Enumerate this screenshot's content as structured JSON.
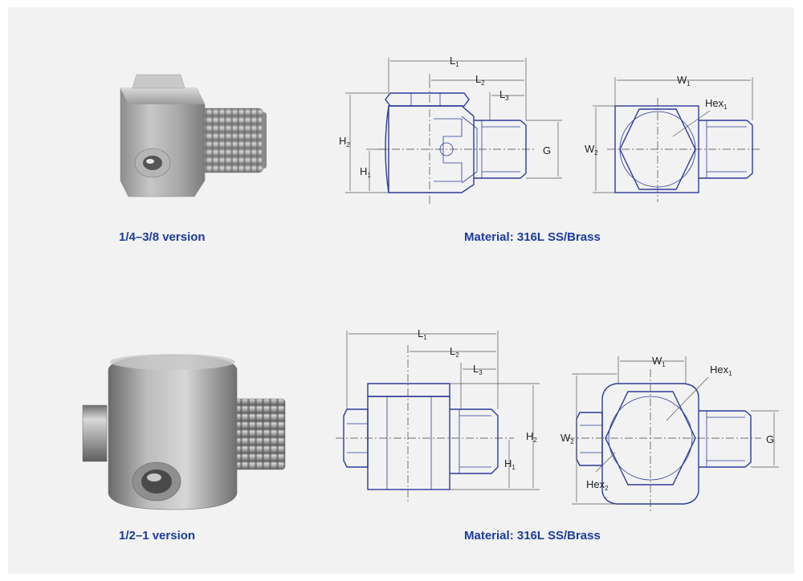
{
  "top_section": {
    "caption_version": "1/4–3/8 version",
    "caption_material": "Material: 316L SS/Brass",
    "side_view_labels": {
      "L1": {
        "main": "L",
        "sub": "1"
      },
      "L2": {
        "main": "L",
        "sub": "2"
      },
      "L3": {
        "main": "L",
        "sub": "3"
      },
      "H1": {
        "main": "H",
        "sub": "1"
      },
      "H2": {
        "main": "H",
        "sub": "2"
      },
      "G": {
        "main": "G",
        "sub": ""
      }
    },
    "top_view_labels": {
      "W1": {
        "main": "W",
        "sub": "1"
      },
      "W2": {
        "main": "W",
        "sub": "2"
      },
      "Hex1": {
        "main": "Hex",
        "sub": "1"
      }
    }
  },
  "bottom_section": {
    "caption_version": "1/2–1 version",
    "caption_material": "Material: 316L SS/Brass",
    "side_view_labels": {
      "L1": {
        "main": "L",
        "sub": "1"
      },
      "L2": {
        "main": "L",
        "sub": "2"
      },
      "L3": {
        "main": "L",
        "sub": "3"
      },
      "H1": {
        "main": "H",
        "sub": "1"
      },
      "H2": {
        "main": "H",
        "sub": "2"
      }
    },
    "top_view_labels": {
      "W1": {
        "main": "W",
        "sub": "1"
      },
      "W2": {
        "main": "W",
        "sub": "2"
      },
      "Hex1": {
        "main": "Hex",
        "sub": "1"
      },
      "Hex2": {
        "main": "Hex",
        "sub": "2"
      },
      "G": {
        "main": "G",
        "sub": ""
      }
    }
  },
  "colors": {
    "background": "#f2f2f2",
    "caption": "#1b3c9a",
    "drawing_line": "#2d3b9a",
    "dimension_line": "#555555"
  }
}
